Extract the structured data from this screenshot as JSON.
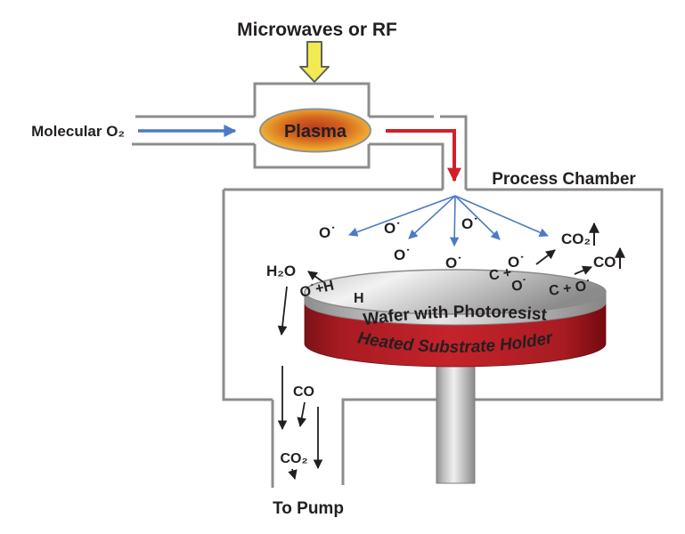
{
  "figure": {
    "labels": {
      "microwave_source": "Microwaves or RF",
      "gas_inlet": "Molecular O₂",
      "plasma": "Plasma",
      "process_chamber": "Process Chamber",
      "wafer": "Wafer with Photoresist",
      "substrate_holder": "Heated Substrate Holder",
      "to_pump": "To Pump"
    },
    "species": {
      "oxygen_radical": "O˙",
      "water": "H₂O",
      "carbon_monoxide": "CO",
      "carbon_dioxide": "CO₂",
      "carbon_plus": "C +",
      "carbon_plus_oxygen": "C + O˙",
      "oxygen_plus_hydrogen": "O˙+H",
      "hydrogen": "H"
    },
    "colors": {
      "wall_gray": "#8c8c8c",
      "arrow_blue": "#4d7ac5",
      "arrow_red": "#cf2127",
      "arrow_black": "#231f20",
      "microwave_yellow": "#f2ea51",
      "holder_red": "#c5232a",
      "plasma_core": "#b73a1e",
      "plasma_rim": "#f3c94b",
      "text": "#231f20",
      "background": "#ffffff"
    }
  }
}
